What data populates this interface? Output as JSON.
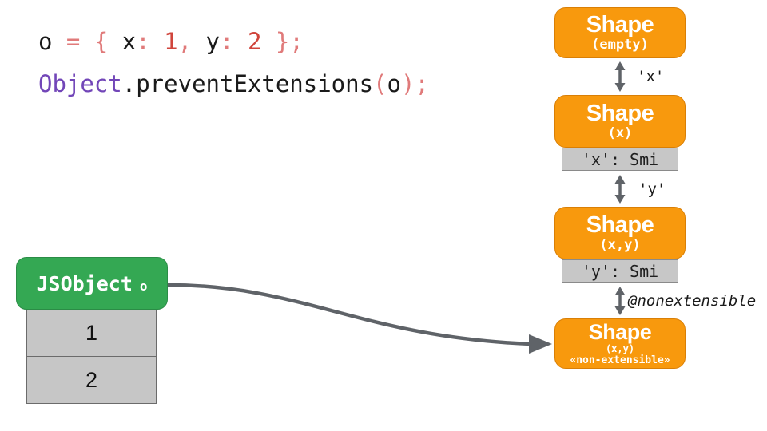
{
  "colors": {
    "shape_orange": "#f8990d",
    "jsobject_green": "#34a853",
    "slot_gray": "#c7c7c7",
    "row_gray": "#c6c6c6",
    "arrow_gray": "#5f6368",
    "code_punctuation": "#e07a7a",
    "code_number": "#d0453c",
    "code_class": "#7246b8",
    "code_plain": "#1a1a1a"
  },
  "code": {
    "line1": {
      "tokens": [
        {
          "text": "o ",
          "type": "plain"
        },
        {
          "text": "= { ",
          "type": "punct"
        },
        {
          "text": "x",
          "type": "plain"
        },
        {
          "text": ": ",
          "type": "punct"
        },
        {
          "text": "1",
          "type": "number"
        },
        {
          "text": ", ",
          "type": "punct"
        },
        {
          "text": "y",
          "type": "plain"
        },
        {
          "text": ": ",
          "type": "punct"
        },
        {
          "text": "2",
          "type": "number"
        },
        {
          "text": " };",
          "type": "punct"
        }
      ]
    },
    "line2": {
      "tokens": [
        {
          "text": "Object",
          "type": "class"
        },
        {
          "text": ".preventExtensions",
          "type": "plain"
        },
        {
          "text": "(",
          "type": "punct"
        },
        {
          "text": "o",
          "type": "plain"
        },
        {
          "text": ");",
          "type": "punct"
        }
      ]
    }
  },
  "shape_chain": {
    "boxes": [
      {
        "title": "Shape",
        "subtitle": "(empty)"
      },
      {
        "title": "Shape",
        "subtitle": "(x)",
        "slot": "'x': Smi"
      },
      {
        "title": "Shape",
        "subtitle": "(x,y)",
        "slot": "'y': Smi"
      },
      {
        "title": "Shape",
        "subtitle": "(x,y)",
        "badge": "«non-extensible»"
      }
    ],
    "transitions": [
      {
        "label": "'x'"
      },
      {
        "label": "'y'"
      },
      {
        "label": "@nonextensible"
      }
    ]
  },
  "jsobject": {
    "title": "JSObject",
    "variable": "o",
    "slots": [
      {
        "value": "1"
      },
      {
        "value": "2"
      }
    ]
  }
}
